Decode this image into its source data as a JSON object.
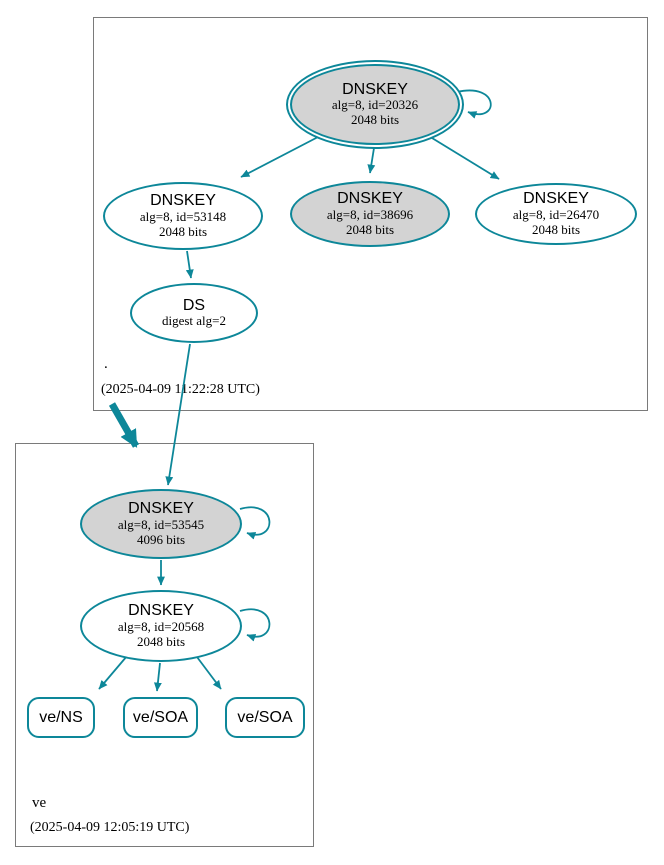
{
  "colors": {
    "edge": "#0d8799",
    "ksk_fill": "#d3d3d3",
    "node_fill": "#ffffff",
    "zone_border": "#7a7a7a"
  },
  "root_zone": {
    "name": ".",
    "timestamp": "(2025-04-09 11:22:28 UTC)",
    "nodes": {
      "ksk": {
        "title": "DNSKEY",
        "line1": "alg=8, id=20326",
        "line2": "2048 bits"
      },
      "key53148": {
        "title": "DNSKEY",
        "line1": "alg=8, id=53148",
        "line2": "2048 bits"
      },
      "key38696": {
        "title": "DNSKEY",
        "line1": "alg=8, id=38696",
        "line2": "2048 bits"
      },
      "key26470": {
        "title": "DNSKEY",
        "line1": "alg=8, id=26470",
        "line2": "2048 bits"
      },
      "ds": {
        "title": "DS",
        "line1": "digest alg=2"
      }
    }
  },
  "ve_zone": {
    "name": "ve",
    "timestamp": "(2025-04-09 12:05:19 UTC)",
    "nodes": {
      "ksk": {
        "title": "DNSKEY",
        "line1": "alg=8, id=53545",
        "line2": "4096 bits"
      },
      "zsk": {
        "title": "DNSKEY",
        "line1": "alg=8, id=20568",
        "line2": "2048 bits"
      },
      "ns": {
        "label": "ve/NS"
      },
      "soa1": {
        "label": "ve/SOA"
      },
      "soa2": {
        "label": "ve/SOA"
      }
    }
  }
}
